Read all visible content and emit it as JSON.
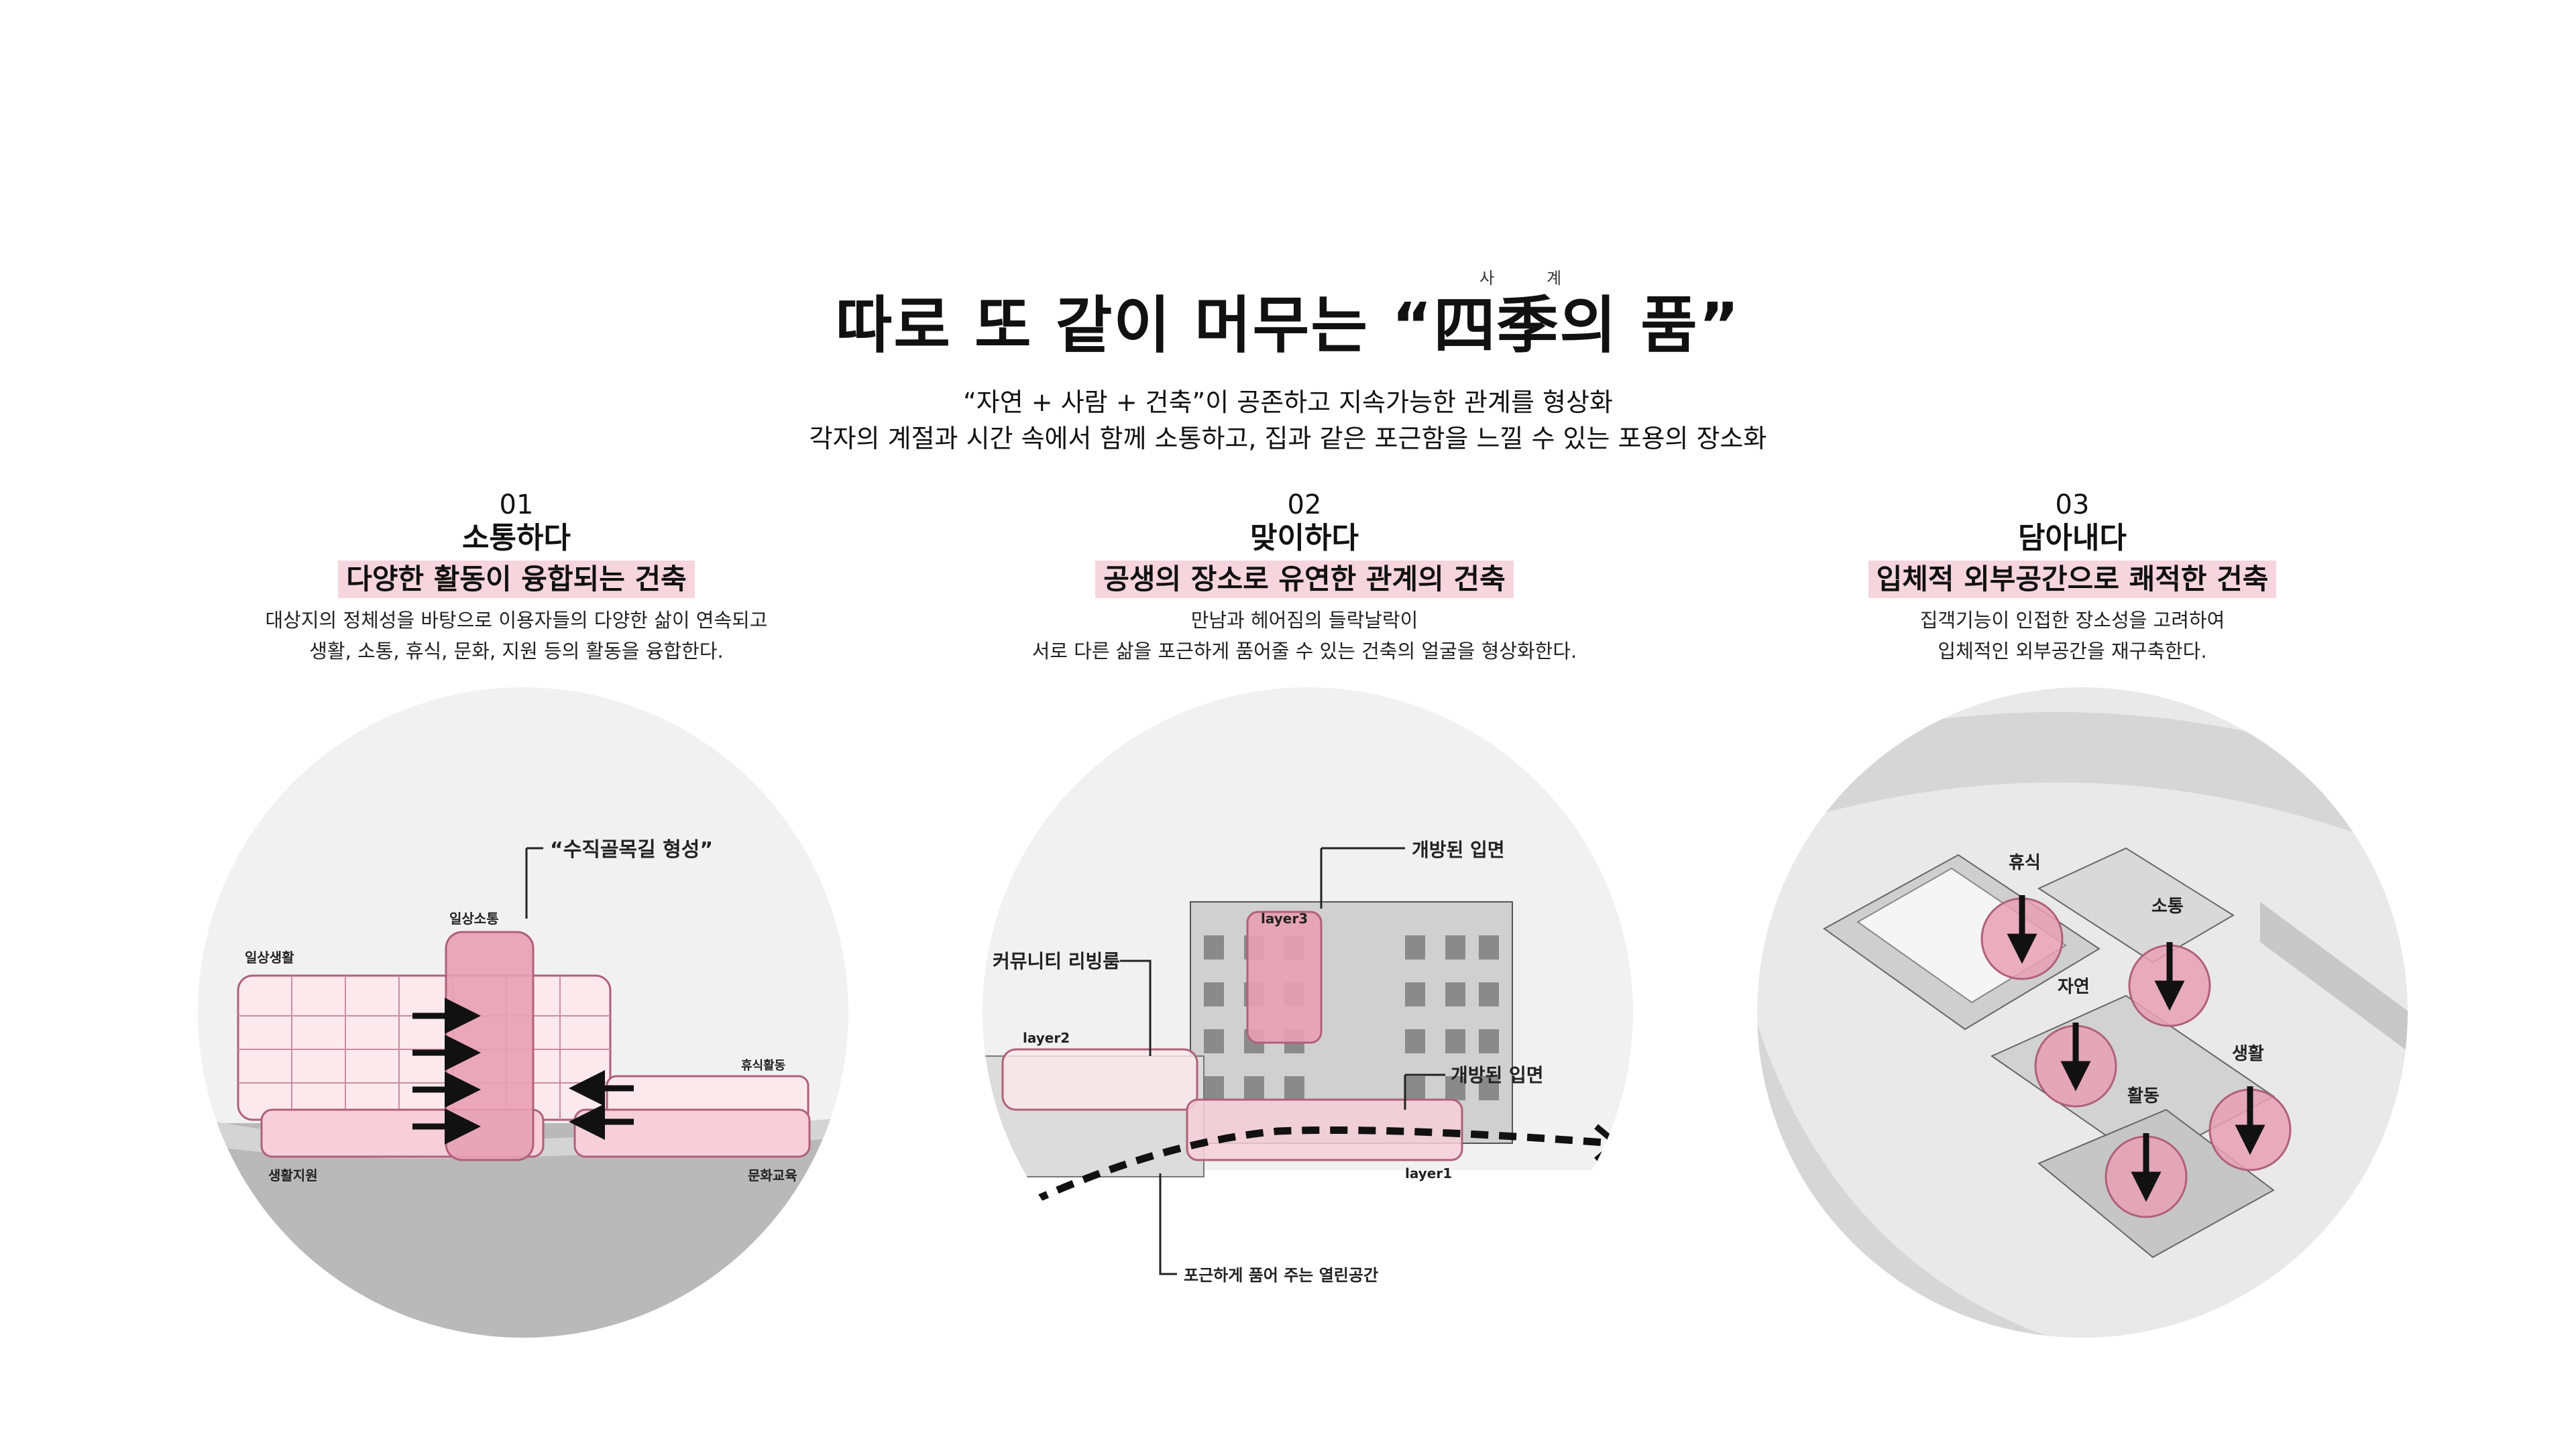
{
  "header": {
    "ruby_left": "사",
    "ruby_right": "계",
    "title": "따로 또 같이 머무는 “四季의 품”",
    "subtitle1": "“자연 + 사람 + 건축”이 공존하고 지속가능한 관계를 형상화",
    "subtitle2": "각자의 계절과 시간 속에서 함께 소통하고, 집과 같은 포근함을 느낄 수 있는 포용의 장소화"
  },
  "columns": [
    {
      "num": "01",
      "verb": "소통하다",
      "theme": "다양한 활동이 융합되는 건축",
      "desc1": "대상지의 정체성을 바탕으로 이용자들의 다양한 삶이 연속되고",
      "desc2": "생활, 소통, 휴식, 문화, 지원 등의 활동을 융합한다.",
      "labels": {
        "vertical": "“수직골목길  형성”",
        "daily_comm": "일상소통",
        "daily_life": "일상생활",
        "rest": "휴식활동",
        "support": "생활지원",
        "culture": "문화교육"
      }
    },
    {
      "num": "02",
      "verb": "맞이하다",
      "theme": "공생의 장소로 유연한 관계의 건축",
      "desc1": "만남과 헤어짐의 들락날락이",
      "desc2": "서로 다른 삶을 포근하게 품어줄 수 있는 건축의 얼굴을  형상화한다.",
      "labels": {
        "open_top": "개방된  입면",
        "layer3": "layer3",
        "community": "커뮤니티  리빙룸",
        "layer2": "layer2",
        "open_mid": "개방된  입면",
        "layer1": "layer1",
        "open_space": "포근하게 품어 주는 열린공간"
      }
    },
    {
      "num": "03",
      "verb": "담아내다",
      "theme": "입체적 외부공간으로 쾌적한 건축",
      "desc1": "집객기능이 인접한 장소성을 고려하여",
      "desc2": "입체적인 외부공간을 재구축한다.",
      "labels": {
        "rest": "휴식",
        "comm": "소통",
        "nature": "자연",
        "life": "생활",
        "activity": "활동"
      }
    }
  ],
  "colors": {
    "accent_pink": "#f6d5dd",
    "pink_fill": "#e8a0b4",
    "pink_stroke": "#b0607a",
    "circle_bg": "#e9e9e9"
  }
}
